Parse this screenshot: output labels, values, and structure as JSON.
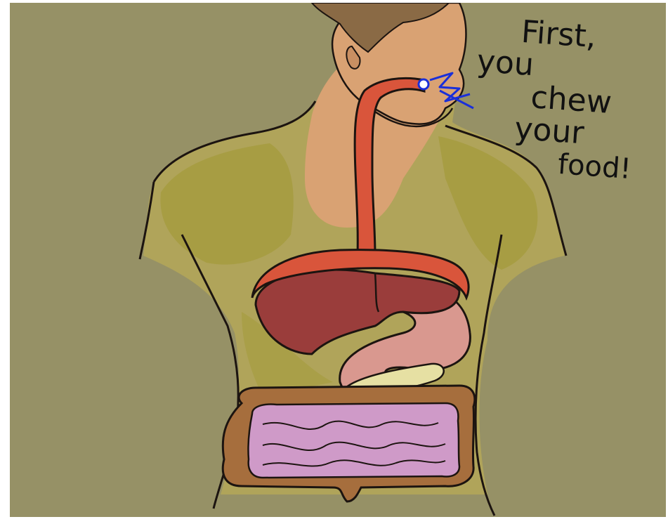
{
  "scene": {
    "subject": "human-torso-digestive-diagram",
    "colors": {
      "background": "#969166",
      "skin": "#d9a273",
      "olive_shade": "#a69c40",
      "esophagus": "#d9553b",
      "liver": "#9a3d3b",
      "stomach": "#d9988f",
      "pancreas": "#e6e0a3",
      "small_intestine": "#cf9ac8",
      "large_intestine": "#a66e3d",
      "outline": "#1c1410",
      "marker": "#1a2fd9"
    }
  },
  "caption": {
    "lines": [
      "First,",
      "you",
      "chew",
      "your",
      "food!"
    ]
  }
}
